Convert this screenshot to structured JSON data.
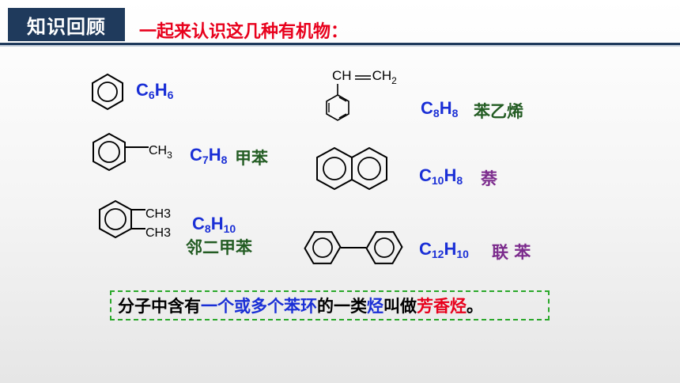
{
  "header": {
    "badge": "知识回顾",
    "subtitle": "一起来认识这几种有机物："
  },
  "compounds": {
    "benzene": {
      "formula": [
        "C",
        "6",
        "H",
        "6"
      ],
      "name": ""
    },
    "toluene": {
      "substituent": "CH",
      "substituent_sub": "3",
      "formula": [
        "C",
        "7",
        "H",
        "8"
      ],
      "name": "甲苯"
    },
    "xylene": {
      "substituents": [
        "CH3",
        "CH3"
      ],
      "formula": [
        "C",
        "8",
        "H",
        "10"
      ],
      "name": "邻二甲苯"
    },
    "styrene": {
      "top_left": "CH",
      "top_right": "CH",
      "top_right_sub": "2",
      "formula": [
        "C",
        "8",
        "H",
        "8"
      ],
      "name": "苯乙烯"
    },
    "naphthalene": {
      "formula": [
        "C",
        "10",
        "H",
        "8"
      ],
      "name": "萘"
    },
    "biphenyl": {
      "formula": [
        "C",
        "12",
        "H",
        "10"
      ],
      "name": "联 苯"
    }
  },
  "summary": {
    "part1": "分子中含有",
    "part2": "一个或多个苯环",
    "part3": "的一类",
    "part4": "烃",
    "part5": "叫做",
    "part6": "芳香烃",
    "part7": "。"
  },
  "colors": {
    "header_bg": "#1f3a5c",
    "subtitle": "#e8001c",
    "formula": "#1a2fd6",
    "name_green": "#235c23",
    "name_purple": "#7b2a8c",
    "summary_border": "#2aa82a"
  }
}
